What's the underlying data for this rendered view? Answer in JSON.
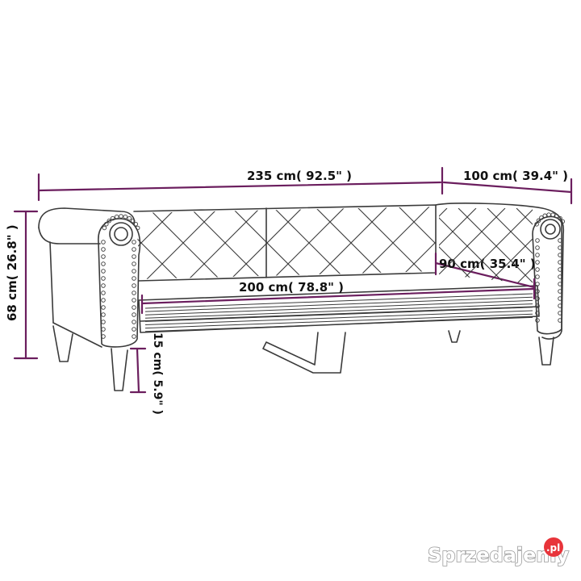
{
  "dimensions": {
    "total_length": "235 cm( 92.5\" )",
    "total_depth": "100 cm( 39.4\" )",
    "total_height": "68 cm( 26.8\" )",
    "mattress_length": "200 cm( 78.8\" )",
    "mattress_width": "90 cm( 35.4\" )",
    "leg_height": "15 cm( 5.9\" )"
  },
  "watermark": {
    "text": "Sprzedajemy",
    "badge": ".pl"
  },
  "colors": {
    "outline": "#3a3a3a",
    "dimension_line": "#6b1e5e",
    "text": "#111111",
    "badge": "#e8343a"
  }
}
